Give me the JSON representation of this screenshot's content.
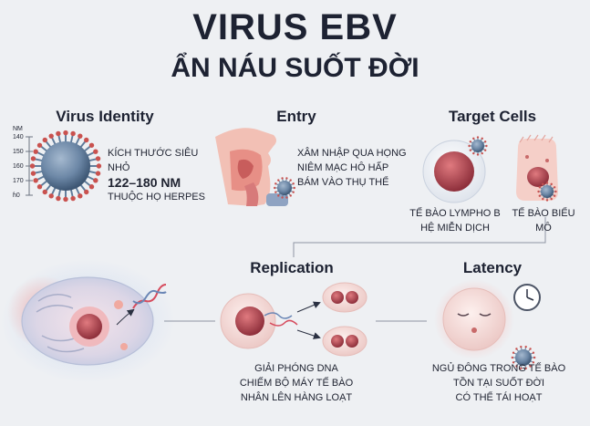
{
  "title": {
    "line1": "VIRUS EBV",
    "line2": "ẨN NÁU SUỐT ĐỜI"
  },
  "identity": {
    "heading": "Virus Identity",
    "line1": "KÍCH THƯỚC SIÊU NHỎ",
    "size": "122–180 NM",
    "line3": "THUỘC HỌ HERPES",
    "ruler": {
      "unit": "NM",
      "ticks": [
        "140",
        "150",
        "160",
        "170",
        "ɦ0"
      ]
    }
  },
  "entry": {
    "heading": "Entry",
    "line1": "XÂM NHẬP QUA HỌNG",
    "line2": "NIÊM MẠC HÔ HẤP",
    "line3": "BÁM VÀO THỤ THỂ"
  },
  "target": {
    "heading": "Target Cells",
    "lympho_line1": "TẾ BÀO LYMPHO B",
    "lympho_line2": "HỆ MIỄN DỊCH",
    "epi_line1": "TẾ BÀO BIỂU",
    "epi_line2": "MÔ"
  },
  "replication": {
    "heading": "Replication",
    "line1": "GIẢI PHÓNG DNA",
    "line2": "CHIẾM BỘ MÁY TẾ BÀO",
    "line3": "NHÂN LÊN HÀNG LOẠT"
  },
  "latency": {
    "heading": "Latency",
    "line1": "NGỦ ĐÔNG TRONG TẾ BÀO",
    "line2": "TỒN TẠI SUỐT ĐỜI",
    "line3": "CÓ THỂ TÁI HOẠT"
  },
  "colors": {
    "virus": "#5f7b9a",
    "spike": "#c9524f",
    "glow": "#e85d5d",
    "cell": "#f6dcd8",
    "nucleus": "#b44a55",
    "text": "#1d2232"
  }
}
